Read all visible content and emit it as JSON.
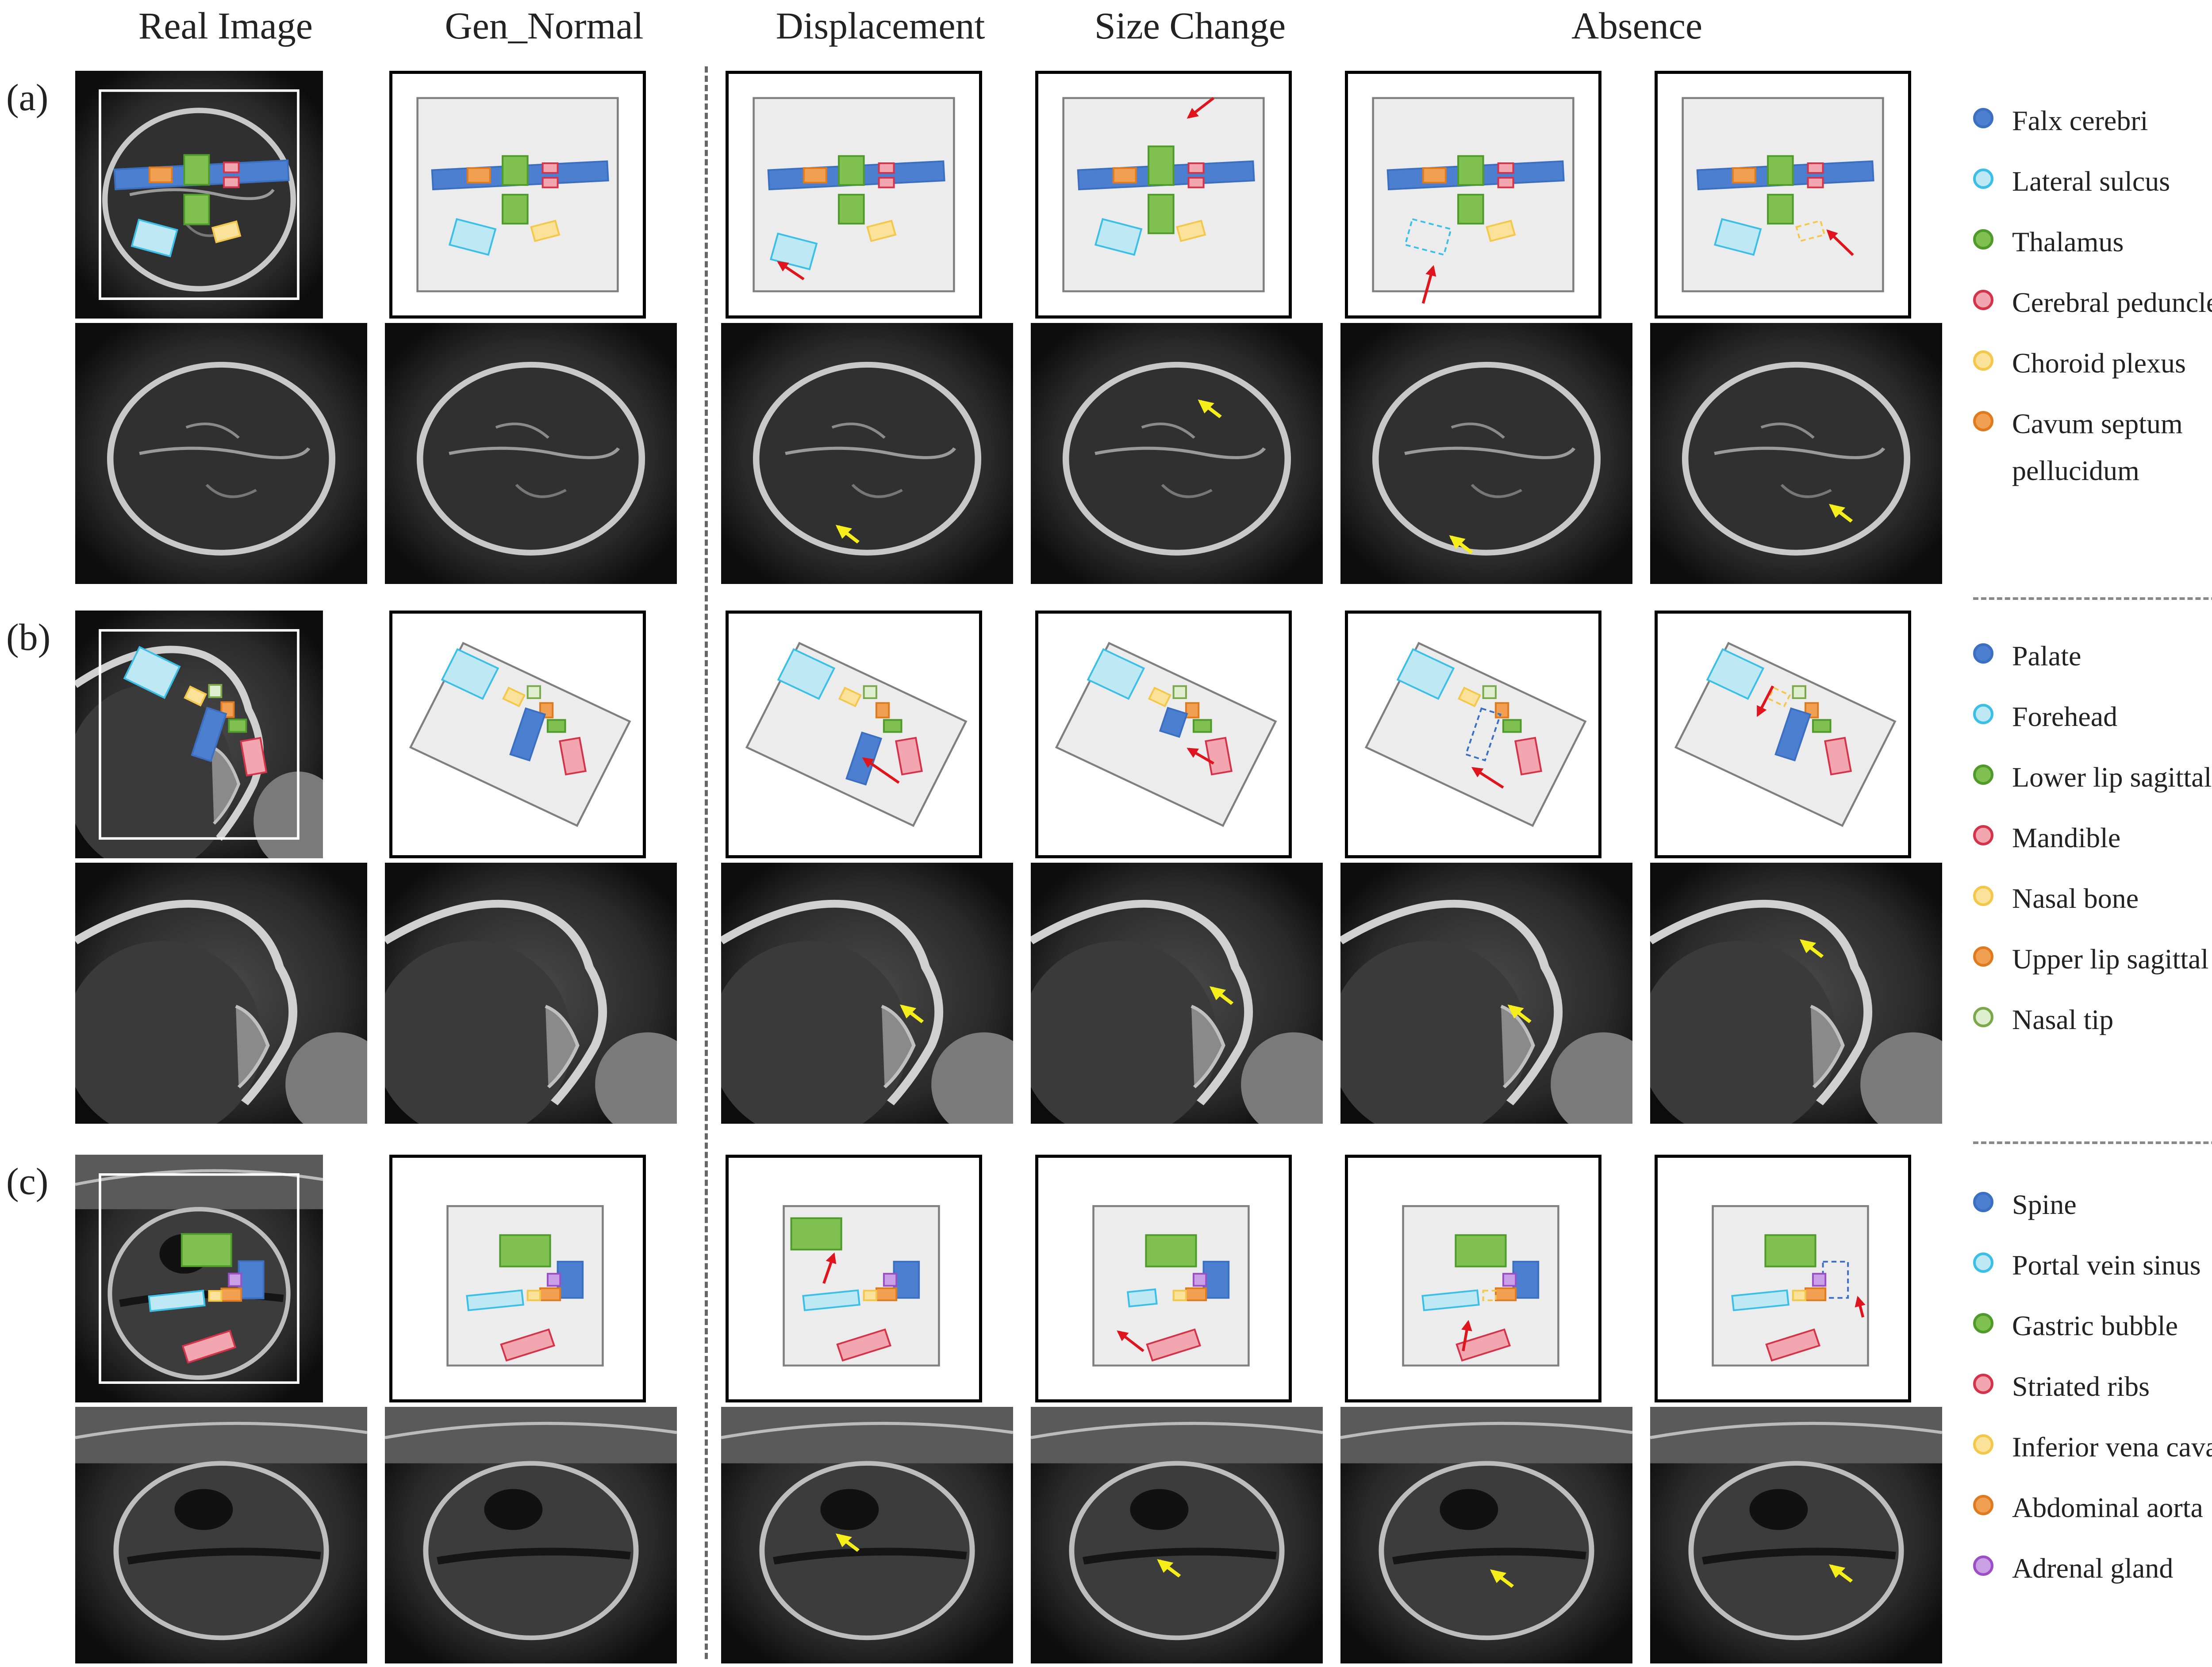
{
  "headers": [
    "Real Image",
    "Gen_Normal",
    "Displacement",
    "Size  Change",
    "Absence"
  ],
  "row_labels": [
    "(a)",
    "(b)",
    "(c)"
  ],
  "legends": [
    [
      {
        "label": "Falx cerebri",
        "color": "#3b6fc2",
        "fill": "#4d7fd0"
      },
      {
        "label": "Lateral sulcus",
        "color": "#3cbfe6",
        "fill": "#bfe8f5"
      },
      {
        "label": "Thalamus",
        "color": "#4e9a2a",
        "fill": "#7fc050"
      },
      {
        "label": "Cerebral peduncle",
        "color": "#d4334a",
        "fill": "#f2a6b0"
      },
      {
        "label": "Choroid plexus",
        "color": "#f3c84a",
        "fill": "#fbe29a"
      },
      {
        "label": "Cavum septum pellucidum",
        "color": "#e07a1f",
        "fill": "#f0a050"
      }
    ],
    [
      {
        "label": "Palate",
        "color": "#3b6fc2",
        "fill": "#4d7fd0"
      },
      {
        "label": "Forehead",
        "color": "#3cbfe6",
        "fill": "#bfe8f5"
      },
      {
        "label": "Lower lip sagittal cut",
        "color": "#4e9a2a",
        "fill": "#7fc050"
      },
      {
        "label": "Mandible",
        "color": "#d4334a",
        "fill": "#f2a6b0"
      },
      {
        "label": "Nasal bone",
        "color": "#f3c84a",
        "fill": "#fbe29a"
      },
      {
        "label": "Upper lip sagittal cut",
        "color": "#e07a1f",
        "fill": "#f0a050"
      },
      {
        "label": "Nasal tip",
        "color": "#7aa84a",
        "fill": "#dfeecf"
      }
    ],
    [
      {
        "label": "Spine",
        "color": "#3b6fc2",
        "fill": "#4d7fd0"
      },
      {
        "label": "Portal vein sinus",
        "color": "#3cbfe6",
        "fill": "#bfe8f5"
      },
      {
        "label": "Gastric bubble",
        "color": "#4e9a2a",
        "fill": "#7fc050"
      },
      {
        "label": "Striated ribs",
        "color": "#d4334a",
        "fill": "#f2a6b0"
      },
      {
        "label": "Inferior vena cava",
        "color": "#f3c84a",
        "fill": "#fbe29a"
      },
      {
        "label": "Abdominal aorta",
        "color": "#e07a1f",
        "fill": "#f0a050"
      },
      {
        "label": "Adrenal gland",
        "color": "#9b4fc4",
        "fill": "#c9a0e6"
      }
    ]
  ],
  "colors": {
    "arrow_red": "#e0141c",
    "arrow_yellow": "#f5ee1a",
    "panel_bg": "#101010",
    "schematic_bg": "#ececec",
    "schematic_frame": "#7f7f7f"
  }
}
